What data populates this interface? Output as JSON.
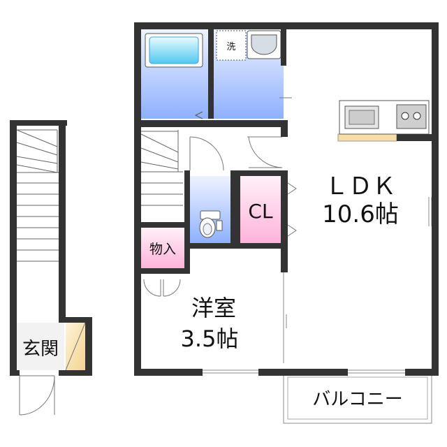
{
  "labels": {
    "ldk_name": "ＬＤＫ",
    "ldk_size": "10.6帖",
    "western_room_name": "洋室",
    "western_room_size": "3.5帖",
    "closet": "CL",
    "storage": "物入",
    "entrance": "玄関",
    "balcony": "バルコニー",
    "washer": "洗"
  },
  "colors": {
    "wall": "#333333",
    "wet_area_blue": "#a9c4ff",
    "closet_pink": "#ffc3e2",
    "entrance_tan": "#f6dea8",
    "counter": "#f6dea8"
  }
}
